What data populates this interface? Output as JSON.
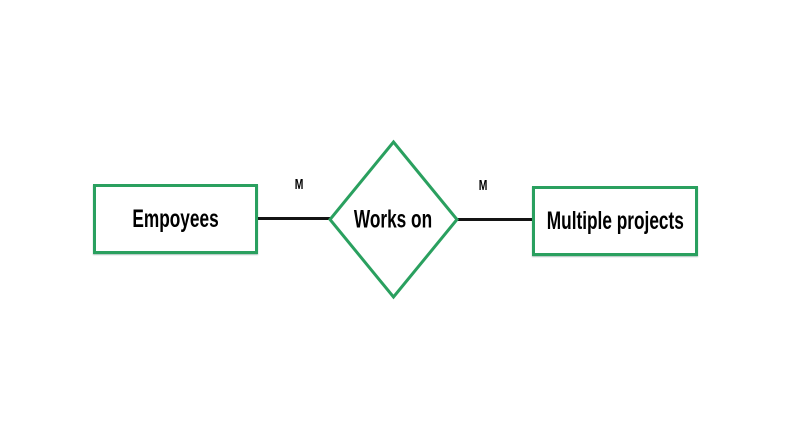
{
  "diagram": {
    "type": "entity-relationship",
    "entities": [
      {
        "label": "Empoyees"
      },
      {
        "label": "Multiple projects"
      }
    ],
    "relationship": {
      "label": "Works on"
    },
    "cardinality": {
      "left": "M",
      "right": "M"
    },
    "colors": {
      "shape_border": "#2aa05f",
      "connector": "#141414",
      "text": "#000000",
      "background": "#ffffff"
    }
  }
}
